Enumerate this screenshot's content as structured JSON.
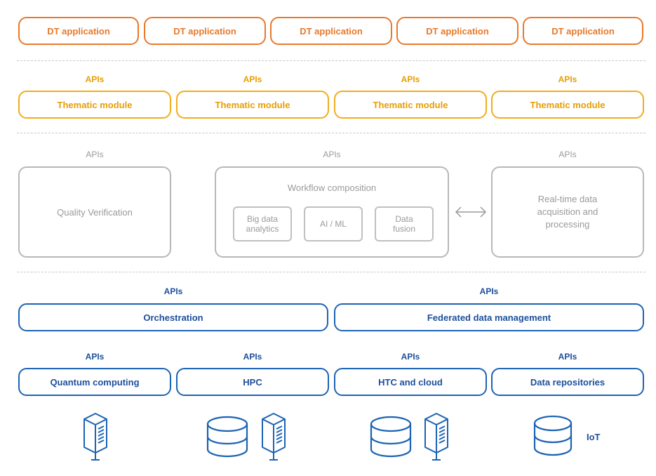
{
  "dt_applications": [
    "DT application",
    "DT application",
    "DT application",
    "DT application",
    "DT application"
  ],
  "thematic": {
    "apis": [
      "APIs",
      "APIs",
      "APIs",
      "APIs"
    ],
    "modules": [
      "Thematic module",
      "Thematic module",
      "Thematic module",
      "Thematic module"
    ]
  },
  "processing": {
    "apis": [
      "APIs",
      "APIs",
      "APIs"
    ],
    "quality": "Quality Verification",
    "workflow_title": "Workflow composition",
    "workflow_items": [
      "Big data\nanalytics",
      "AI / ML",
      "Data\nfusion"
    ],
    "realtime": "Real-time data\nacquisition and\nprocessing"
  },
  "services": {
    "apis": [
      "APIs",
      "APIs"
    ],
    "labels": [
      "Orchestration",
      "Federated data management"
    ]
  },
  "infrastructure": {
    "apis": [
      "APIs",
      "APIs",
      "APIs",
      "APIs"
    ],
    "labels": [
      "Quantum computing",
      "HPC",
      "HTC and cloud",
      "Data repositories"
    ],
    "iot_label": "IoT"
  },
  "colors": {
    "orange": "#e8792b",
    "yellow": "#f1ad1b",
    "grey": "#b8b8b8",
    "blue": "#1c63b4"
  },
  "icons": [
    "server-icon",
    "database-icon",
    "arrow-both-icon"
  ]
}
